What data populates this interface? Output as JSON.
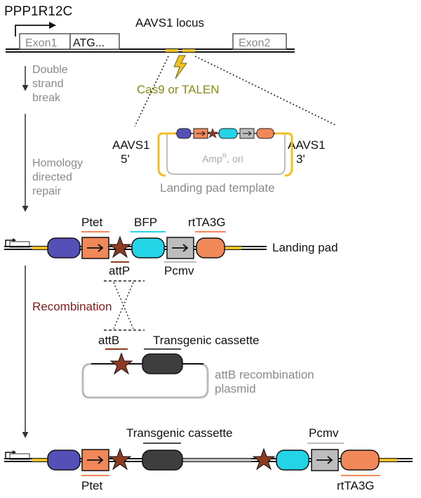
{
  "top": {
    "gene_label": "PPP1R12C",
    "exon1_label": "Exon1",
    "atg_label": "ATG...",
    "locus_label": "AAVS1 locus",
    "exon2_label": "Exon2",
    "nuclease_label": "Cas9 or TALEN"
  },
  "steps": {
    "dsb_line1": "Double",
    "dsb_line2": "strand",
    "dsb_line3": "break",
    "hdr_line1": "Homology",
    "hdr_line2": "directed",
    "hdr_line3": "repair",
    "recombination": "Recombination"
  },
  "template": {
    "left_arm_line1": "AAVS1",
    "left_arm_line2": "5'",
    "right_arm_line1": "AAVS1",
    "right_arm_line2": "3'",
    "backbone_main": "Amp",
    "backbone_sup": "R",
    "backbone_rest": ", ori",
    "caption": "Landing pad template"
  },
  "landing_pad": {
    "label": "Landing pad",
    "ptet": "Ptet",
    "bfp": "BFP",
    "rtta": "rtTA3G",
    "attp": "attP",
    "pcmv": "Pcmv"
  },
  "plasmid": {
    "attb": "attB",
    "cassette": "Transgenic cassette",
    "name_line1": "attB recombination",
    "name_line2": "plasmid"
  },
  "final": {
    "cassette": "Transgenic cassette",
    "pcmv": "Pcmv",
    "ptet": "Ptet",
    "rtta": "rtTA3G"
  },
  "colors": {
    "blue_domain": "#5550b8",
    "orange_part": "#f0885a",
    "star": "#8e3a22",
    "cyan_bfp": "#22d4e6",
    "gray_pcmv": "#bdbdbd",
    "dark_cassette": "#3e3e3e",
    "yellow_arm": "#f2c022",
    "olive_text": "#8a8a18",
    "red_text": "#8a1a1a"
  }
}
